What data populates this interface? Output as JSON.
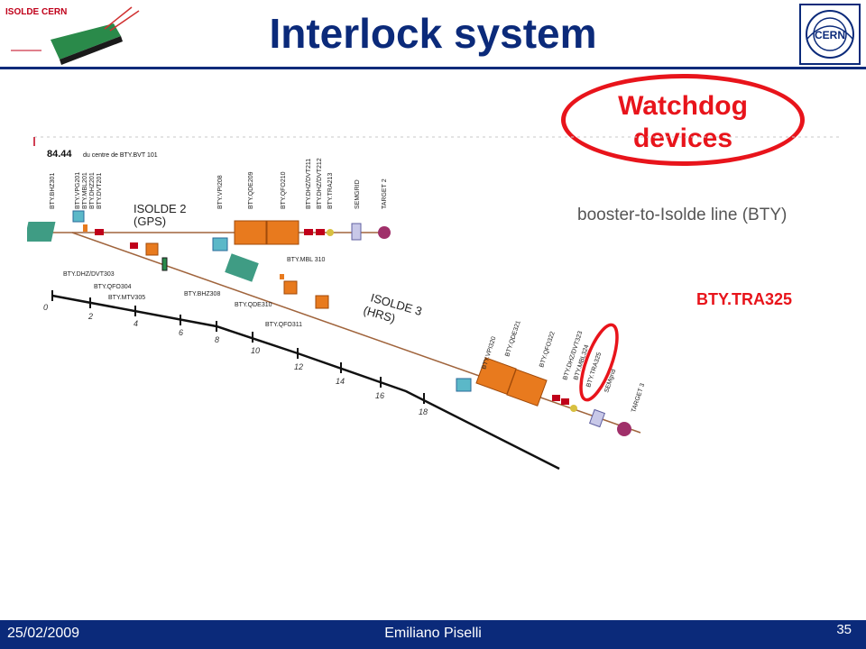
{
  "header": {
    "title": "Interlock system",
    "isolde_logo_text": "ISOLDE CERN",
    "cern_logo_text": "CERN"
  },
  "callouts": {
    "watchdog_line1": "Watchdog",
    "watchdog_line2": "devices",
    "bty_line": "booster-to-Isolde  line (BTY)",
    "bty_tra": "BTY.TRA325"
  },
  "diagram": {
    "top_distance": "84.44",
    "top_note": "du centre de BTY.BVT 101",
    "isolde2_line1": "ISOLDE 2",
    "isolde2_line2": "(GPS)",
    "isolde3_line1": "ISOLDE 3",
    "isolde3_line2": "(HRS)",
    "upper_labels": [
      "BTY.BHZ301",
      "BTY.VPG201",
      "BTY.MBL201",
      "BTY.DHZ201",
      "BTY.DVT201",
      "BTY.VPI208",
      "BTY.QDE209",
      "BTY.QFO210",
      "BTY.DHZ/DVT211",
      "BTY.DHZ/DVT212",
      "BTY.TRA213",
      "SEMGRID",
      "TARGET 2"
    ],
    "branch_labels": [
      "BTY.DHZ/DVT303",
      "BTY.QFO304",
      "BTY.MTV305",
      "BTY.BHZ308",
      "BTY.MBL 310",
      "BTY.QDE310",
      "BTY.QFO311"
    ],
    "lower_labels": [
      "BTY.VPI320",
      "BTY.QDE321",
      "BTY.QFO322",
      "BTY.DHZ/DVT323",
      "BTY.MBL324",
      "BTY.TRA325",
      "SEMgrid",
      "TARGET 3"
    ],
    "scale_ticks": [
      "0",
      "2",
      "4",
      "6",
      "8",
      "10",
      "12",
      "14",
      "16",
      "18"
    ]
  },
  "footer": {
    "date": "25/02/2009",
    "author": "Emiliano Piselli",
    "page": "35"
  },
  "colors": {
    "brand_blue": "#0b2a7a",
    "highlight_red": "#e8141b",
    "quadrupole_orange": "#e87a1e",
    "dipole_teal": "#3f9c84"
  }
}
